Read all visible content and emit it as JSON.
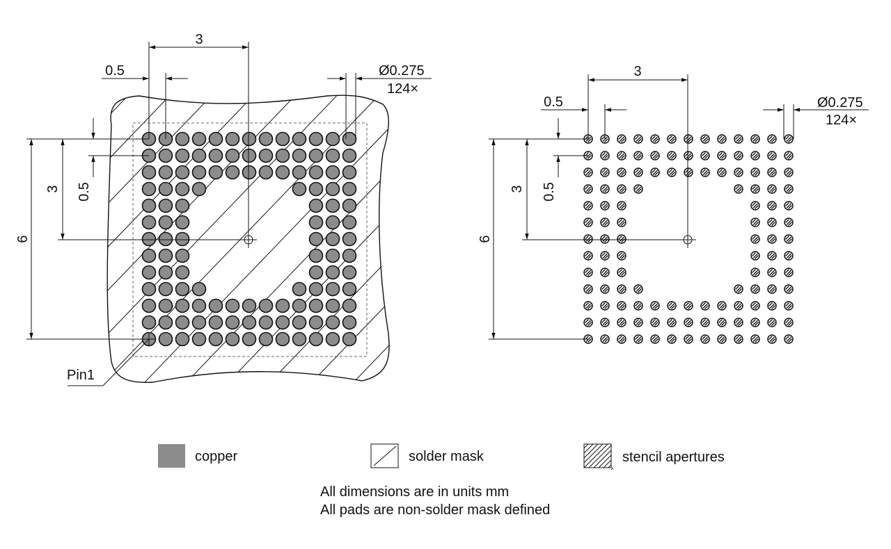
{
  "landing_pattern": {
    "pitch_label": "0.5",
    "center_label": "3",
    "diameter_label": "Ø0.275",
    "count_label": "124×",
    "height_label": "6",
    "pin1_label": "Pin1",
    "grid": [
      "1111111111111",
      "1111111111111",
      "1111111111111",
      "1111000001111",
      "1110000000111",
      "1110000000111",
      "1110000000111",
      "1110000000111",
      "1110000000111",
      "1111000001111",
      "1111111111111",
      "1111111111111",
      "1111111111111"
    ]
  },
  "stencil_pattern": {
    "pitch_label": "0.5",
    "center_label": "3",
    "diameter_label": "Ø0.275",
    "count_label": "124×",
    "height_label": "6"
  },
  "legend": {
    "copper_label": "copper",
    "solder_mask_label": "solder mask",
    "stencil_label": "stencil apertures"
  },
  "notes": {
    "line1": "All dimensions are in units mm",
    "line2": "All pads are non-solder mask defined"
  },
  "colors": {
    "copper": "#8c8c8c",
    "line": "#111111"
  }
}
